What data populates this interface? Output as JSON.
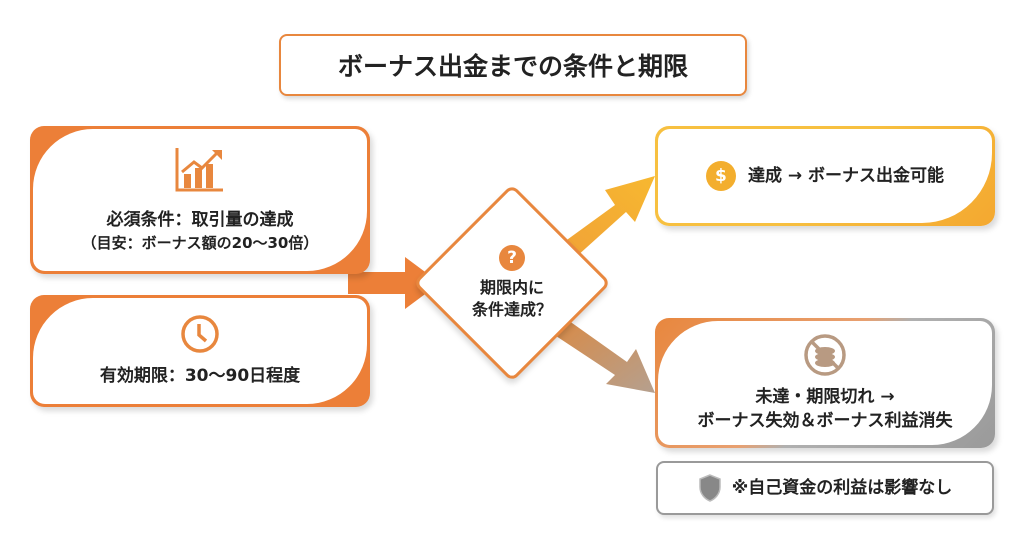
{
  "title": "ボーナス出金までの条件と期限",
  "left_cards": [
    {
      "icon": "chart-growth-icon",
      "line1": "必須条件：取引量の達成",
      "line2": "（目安：ボーナス額の20〜30倍）"
    },
    {
      "icon": "clock-icon",
      "line1": "有効期限：30〜90日程度"
    }
  ],
  "decision": {
    "icon": "question-icon",
    "symbol": "?",
    "line1": "期限内に",
    "line2": "条件達成？"
  },
  "success": {
    "icon": "money-bag-icon",
    "symbol": "$",
    "text": "達成 → ボーナス出金可能"
  },
  "failure": {
    "icon": "no-coins-icon",
    "line1": "未達・期限切れ →",
    "line2": "ボーナス失効＆ボーナス利益消失"
  },
  "note": {
    "icon": "shield-icon",
    "text": "※自己資金の利益は影響なし"
  },
  "colors": {
    "orange": "#e8873e",
    "yellow": "#f5b335",
    "gray": "#9a9a9a",
    "brown": "#b89a82"
  }
}
